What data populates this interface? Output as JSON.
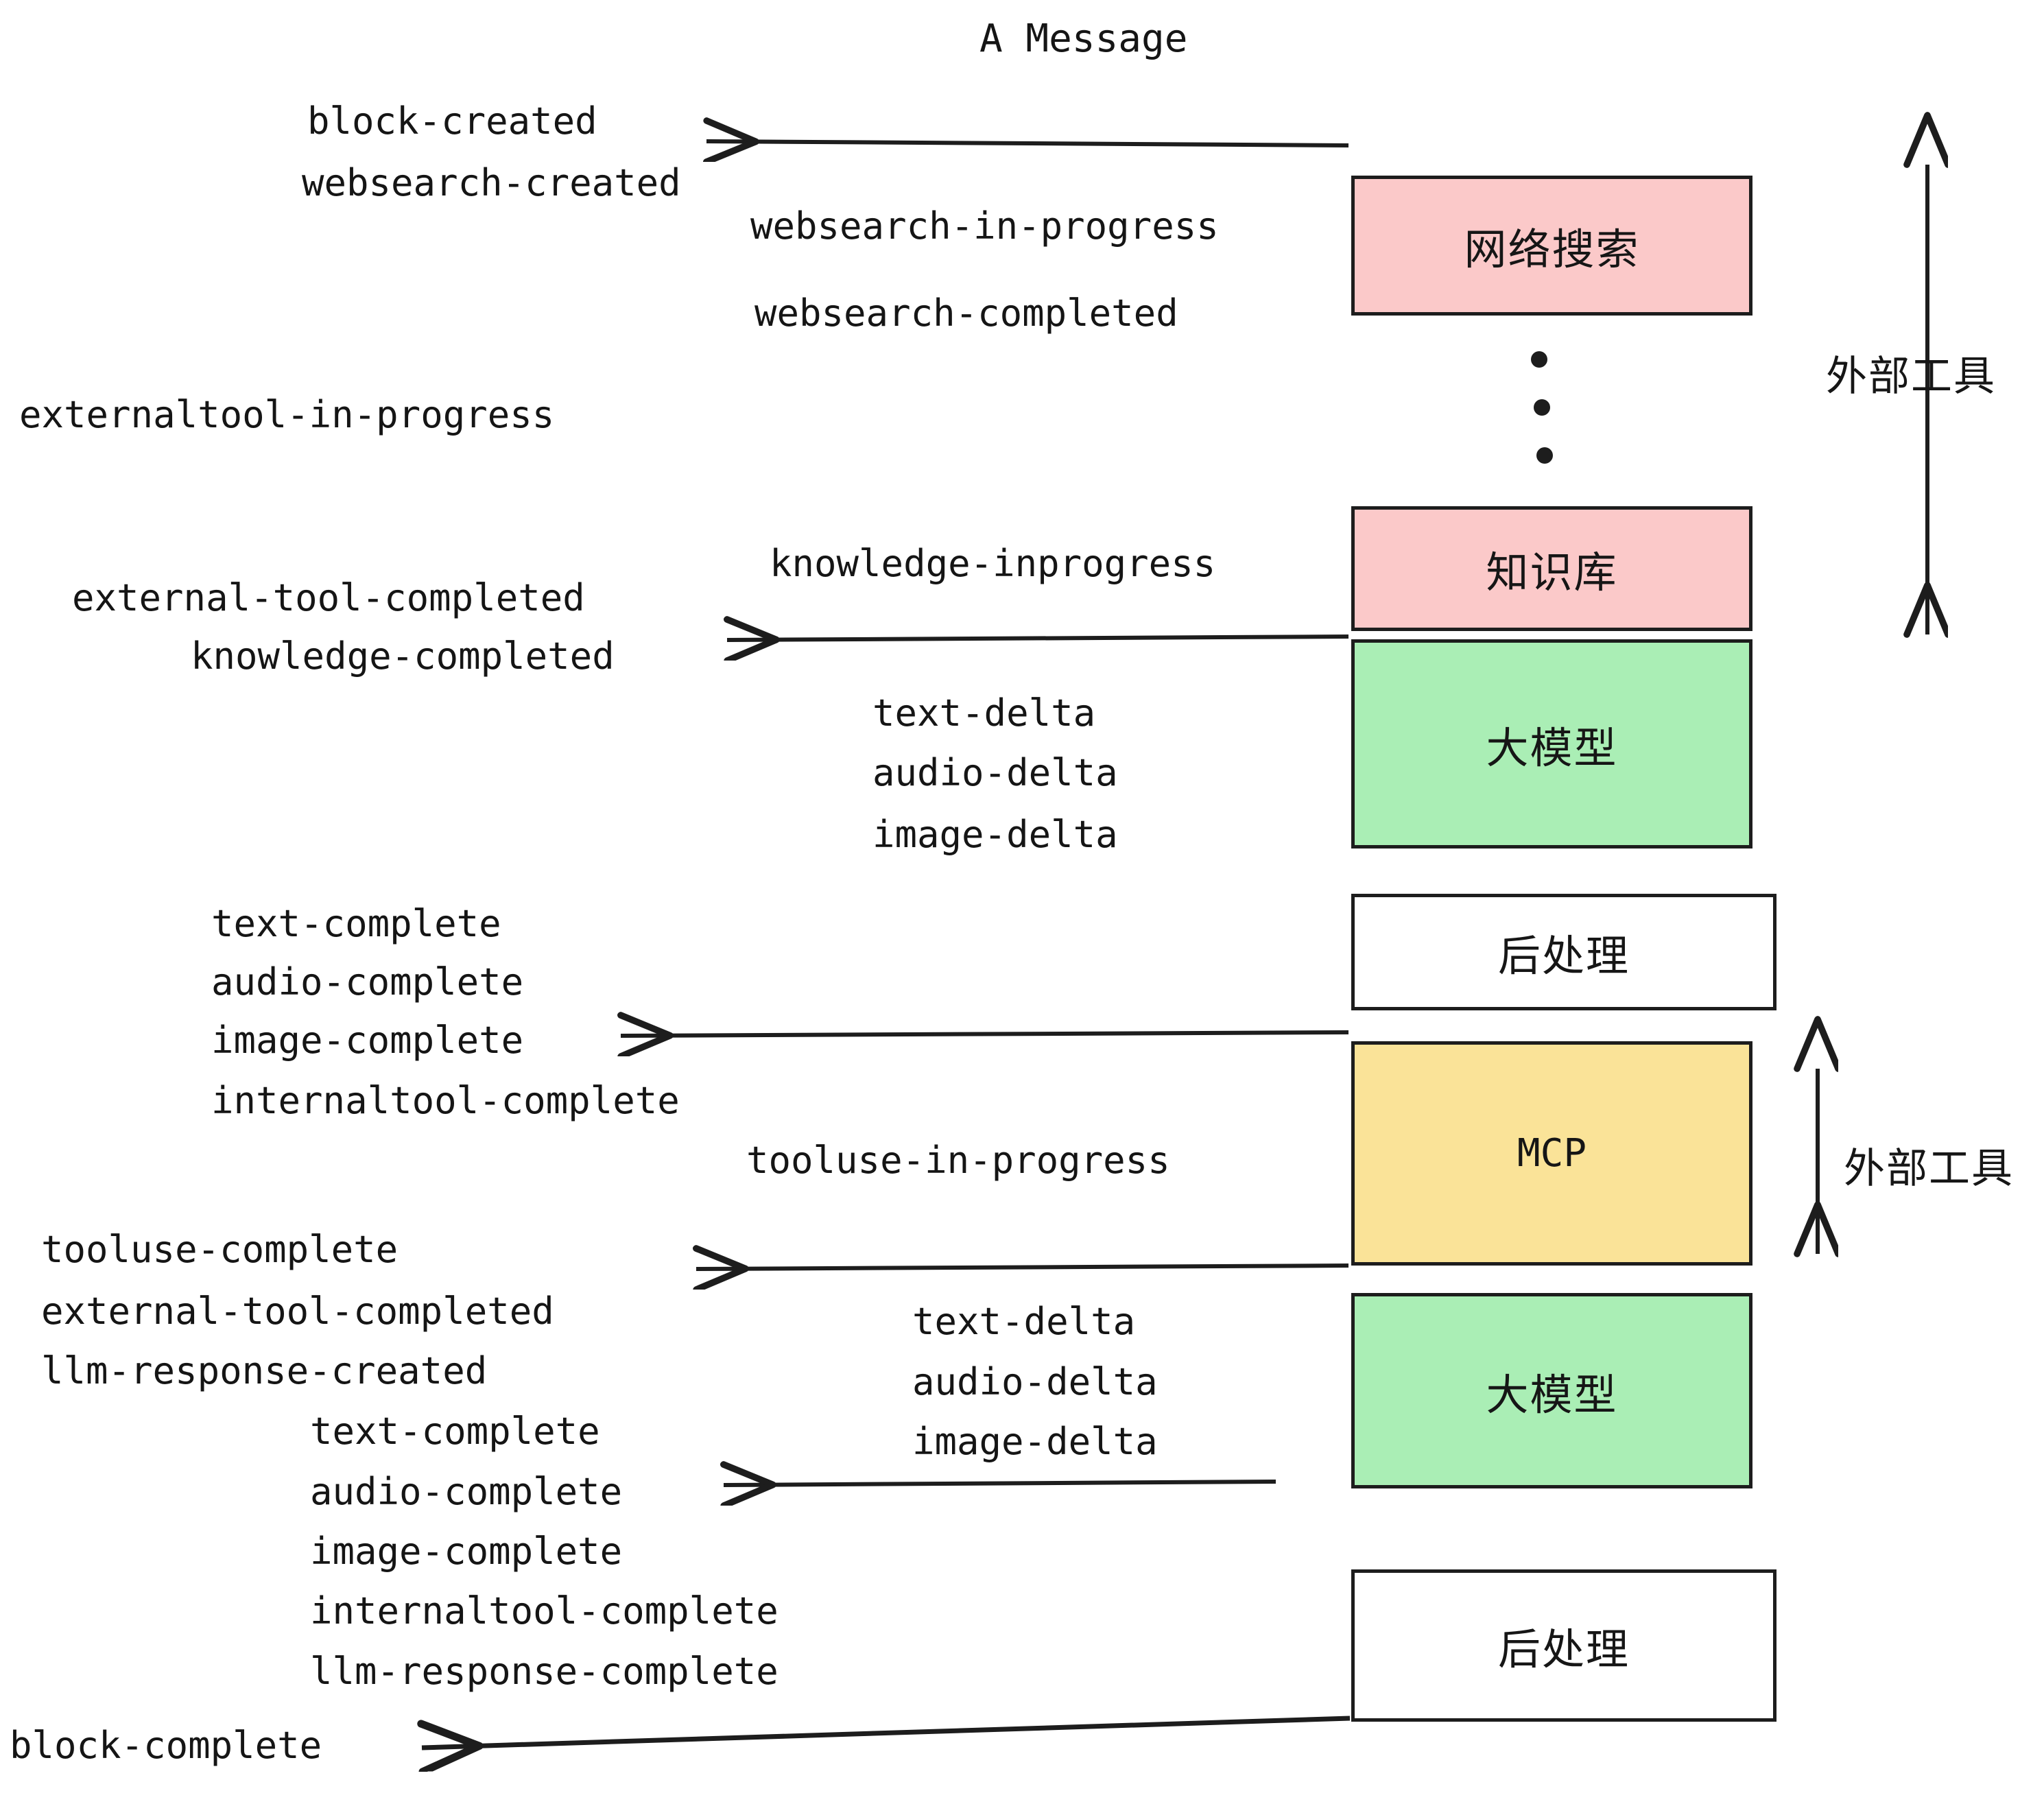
{
  "diagram": {
    "title": "A Message",
    "colors": {
      "pink": "#fbc9c9",
      "green": "#aaeeb5",
      "yellow": "#fae398",
      "white": "#ffffff",
      "stroke": "#1d1d1d",
      "text": "#151515"
    },
    "nodes": [
      {
        "id": "websearch",
        "label": "网络搜索",
        "fill": "pink"
      },
      {
        "id": "knowledge",
        "label": "知识库",
        "fill": "pink"
      },
      {
        "id": "llm-1",
        "label": "大模型",
        "fill": "green"
      },
      {
        "id": "postprocess-1",
        "label": "后处理",
        "fill": "white"
      },
      {
        "id": "mcp",
        "label": "MCP",
        "fill": "yellow"
      },
      {
        "id": "llm-2",
        "label": "大模型",
        "fill": "green"
      },
      {
        "id": "postprocess-2",
        "label": "后处理",
        "fill": "white"
      }
    ],
    "side_labels": [
      {
        "id": "external-tools-top",
        "label": "外部工具"
      },
      {
        "id": "external-tools-bottom",
        "label": "外部工具"
      }
    ],
    "events": {
      "block_created": "block-created",
      "websearch_created": "websearch-created",
      "websearch_in_progress": "websearch-in-progress",
      "websearch_completed": "websearch-completed",
      "externaltool_in_progress": "externaltool-in-progress",
      "knowledge_inprogress": "knowledge-inprogress",
      "external_tool_completed_1": "external-tool-completed",
      "knowledge_completed": "knowledge-completed",
      "text_delta_1": "text-delta",
      "audio_delta_1": "audio-delta",
      "image_delta_1": "image-delta",
      "text_complete_1": "text-complete",
      "audio_complete_1": "audio-complete",
      "image_complete_1": "image-complete",
      "internaltool_complete_1": "internaltool-complete",
      "tooluse_in_progress": "tooluse-in-progress",
      "tooluse_complete": "tooluse-complete",
      "external_tool_completed_2": "external-tool-completed",
      "llm_response_created": "llm-response-created",
      "text_delta_2": "text-delta",
      "audio_delta_2": "audio-delta",
      "image_delta_2": "image-delta",
      "text_complete_2": "text-complete",
      "audio_complete_2": "audio-complete",
      "image_complete_2": "image-complete",
      "internaltool_complete_2": "internaltool-complete",
      "llm_response_complete": "llm-response-complete",
      "block_complete": "block-complete"
    }
  }
}
